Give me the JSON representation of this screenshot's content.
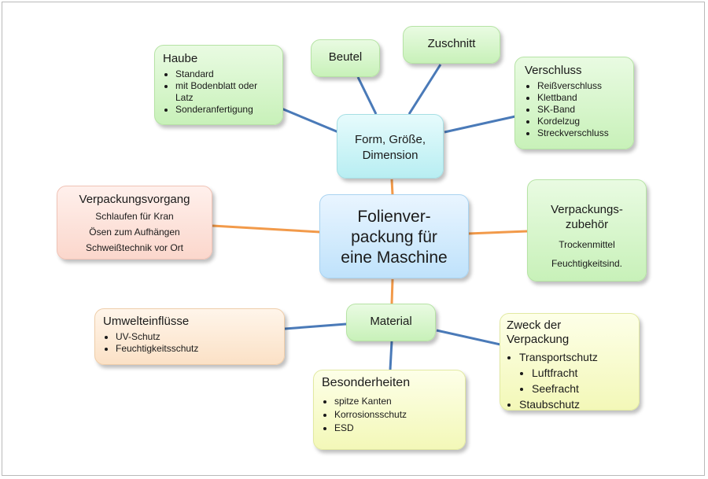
{
  "center": [
    "Folienver-",
    "packung für",
    "eine Maschine"
  ],
  "form": [
    "Form, Größe,",
    "Dimension"
  ],
  "haube": {
    "title": "Haube",
    "items": [
      "Standard",
      "mit Bodenblatt oder Latz",
      "Sonderanfertigung"
    ]
  },
  "beutel": "Beutel",
  "zuschnitt": "Zuschnitt",
  "verschluss": {
    "title": "Verschluss",
    "items": [
      "Reißverschluss",
      "Klettband",
      "SK-Band",
      "Kordelzug",
      "Streckverschluss"
    ]
  },
  "vorgang": {
    "title": "Verpackungsvorgang",
    "lines": [
      "Schlaufen für Kran",
      "Ösen zum Aufhängen",
      "Schweißtechnik vor Ort"
    ]
  },
  "zubehoer": {
    "title": [
      "Verpackungs-",
      "zubehör"
    ],
    "lines": [
      "Trockenmittel",
      "Feuchtigkeitsind."
    ]
  },
  "material": "Material",
  "umwelt": {
    "title": "Umwelteinflüsse",
    "items": [
      "UV-Schutz",
      "Feuchtigkeitsschutz"
    ]
  },
  "besonder": {
    "title": "Besonderheiten",
    "items": [
      "spitze Kanten",
      "Korrosionsschutz",
      "ESD"
    ]
  },
  "zweck": {
    "title": [
      "Zweck der",
      "Verpackung"
    ],
    "item1": "Transportschutz",
    "sub": [
      "Luftfracht",
      "Seefracht"
    ],
    "item2": "Staubschutz"
  },
  "colors": {
    "blue_link": "#4a7ab8",
    "orange_link": "#f29a4a"
  }
}
